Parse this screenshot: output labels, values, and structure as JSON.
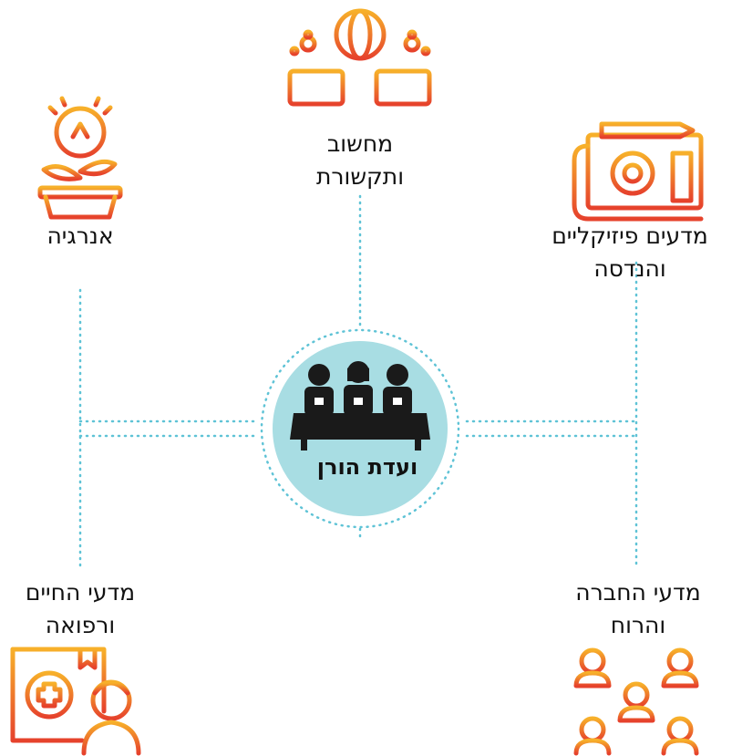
{
  "center": {
    "label": "ועדת הורן"
  },
  "fields": {
    "computing": {
      "line1": "מחשוב",
      "line2": "ותקשורת",
      "icon": "computers-globe-icon"
    },
    "energy": {
      "line1": "אנרגיה",
      "icon": "lightbulb-plant-icon"
    },
    "physics": {
      "line1": "מדעים פיזיקליים",
      "line2": "והנדסה",
      "icon": "blueprint-gear-icon"
    },
    "life": {
      "line1": "מדעי החיים",
      "line2": "ורפואה",
      "icon": "medical-record-doctor-icon"
    },
    "social": {
      "line1": "מדעי החברה",
      "line2": "והרוח",
      "icon": "people-network-icon"
    }
  },
  "colors": {
    "gradient_top": "#f5a623",
    "gradient_bottom": "#e8442c",
    "center_fill": "#a8dde3",
    "connector": "#5fc3d6"
  }
}
